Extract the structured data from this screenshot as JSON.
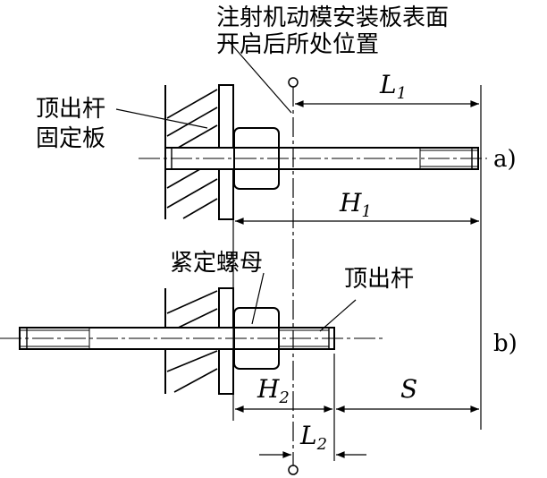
{
  "labels": {
    "mold_plate_line1": "注射机动模安装板表面",
    "mold_plate_line2": "开启后所处位置",
    "ejector_plate_line1": "顶出杆",
    "ejector_plate_line2": "固定板",
    "lock_nut": "紧定螺母",
    "ejector_rod": "顶出杆",
    "case_a": "a)",
    "case_b": "b)"
  },
  "dimensions": {
    "L1": "L",
    "L1_sub": "1",
    "H1": "H",
    "H1_sub": "1",
    "H2": "H",
    "H2_sub": "2",
    "L2": "L",
    "L2_sub": "2",
    "S": "S"
  }
}
